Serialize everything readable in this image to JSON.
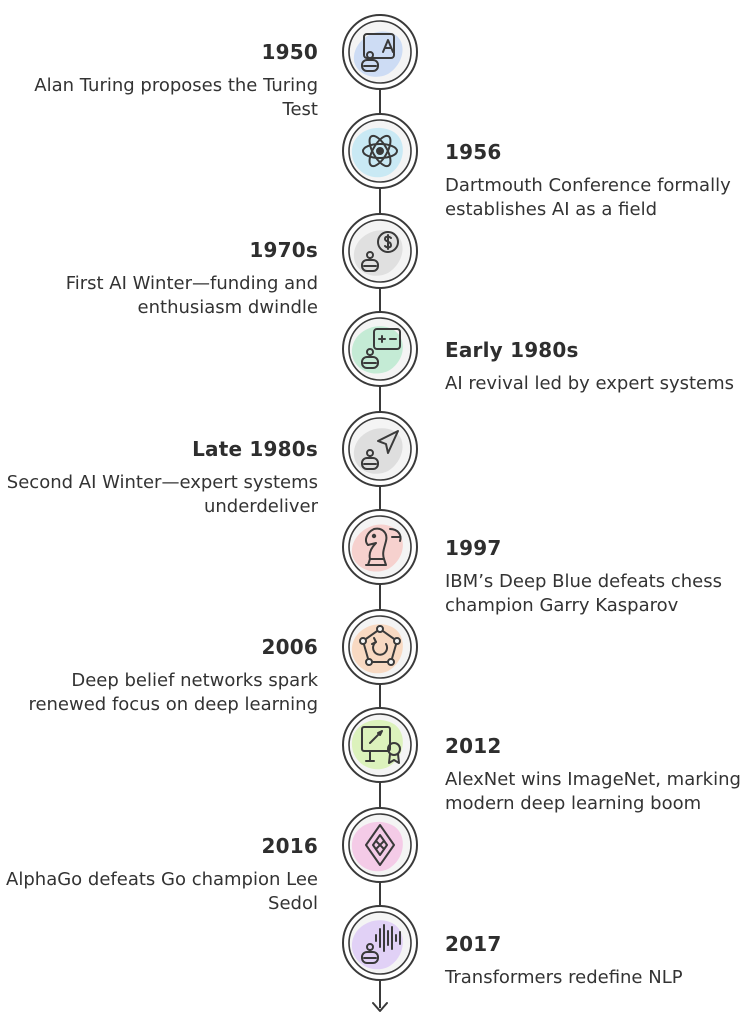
{
  "colors": {
    "line": "#3a3a3a",
    "ring_outer": "#d7d7d7",
    "ring_inner": "#bdbdbd",
    "stroke": "#3a3a3a",
    "text": "#2b2b2b"
  },
  "events": [
    {
      "year": "1950",
      "desc": "Alan Turing proposes the Turing Test",
      "side": "left",
      "icon": "robot-screen-a-icon",
      "accent": "#c9d9f4"
    },
    {
      "year": "1956",
      "desc": "Dartmouth Conference formally establishes AI as a field",
      "side": "right",
      "icon": "atom-icon",
      "accent": "#c4e8f4"
    },
    {
      "year": "1970s",
      "desc": "First AI Winter—funding and enthusiasm dwindle",
      "side": "left",
      "icon": "robot-dollar-icon",
      "accent": "#dedede"
    },
    {
      "year": "Early 1980s",
      "desc": "AI revival led by expert systems",
      "side": "right",
      "icon": "robot-calculator-icon",
      "accent": "#bfead2"
    },
    {
      "year": "Late 1980s",
      "desc": "Second AI Winter—expert systems underdeliver",
      "side": "left",
      "icon": "robot-arrow-icon",
      "accent": "#dcdcdc"
    },
    {
      "year": "1997",
      "desc": "IBM’s Deep Blue defeats chess champion Garry Kasparov",
      "side": "right",
      "icon": "chess-knight-icon",
      "accent": "#f6cdca"
    },
    {
      "year": "2006",
      "desc": "Deep belief networks spark renewed focus on deep learning",
      "side": "left",
      "icon": "network-cycle-icon",
      "accent": "#f8d6bd"
    },
    {
      "year": "2012",
      "desc": "AlexNet wins ImageNet, marking modern deep learning boom",
      "side": "right",
      "icon": "award-easel-icon",
      "accent": "#d9f2b6"
    },
    {
      "year": "2016",
      "desc": "AlphaGo defeats Go champion Lee Sedol",
      "side": "left",
      "icon": "diamond-strategy-icon",
      "accent": "#f4c6e6"
    },
    {
      "year": "2017",
      "desc": "Transformers redefine NLP",
      "side": "right",
      "icon": "robot-soundwave-icon",
      "accent": "#dfcdf6"
    }
  ]
}
